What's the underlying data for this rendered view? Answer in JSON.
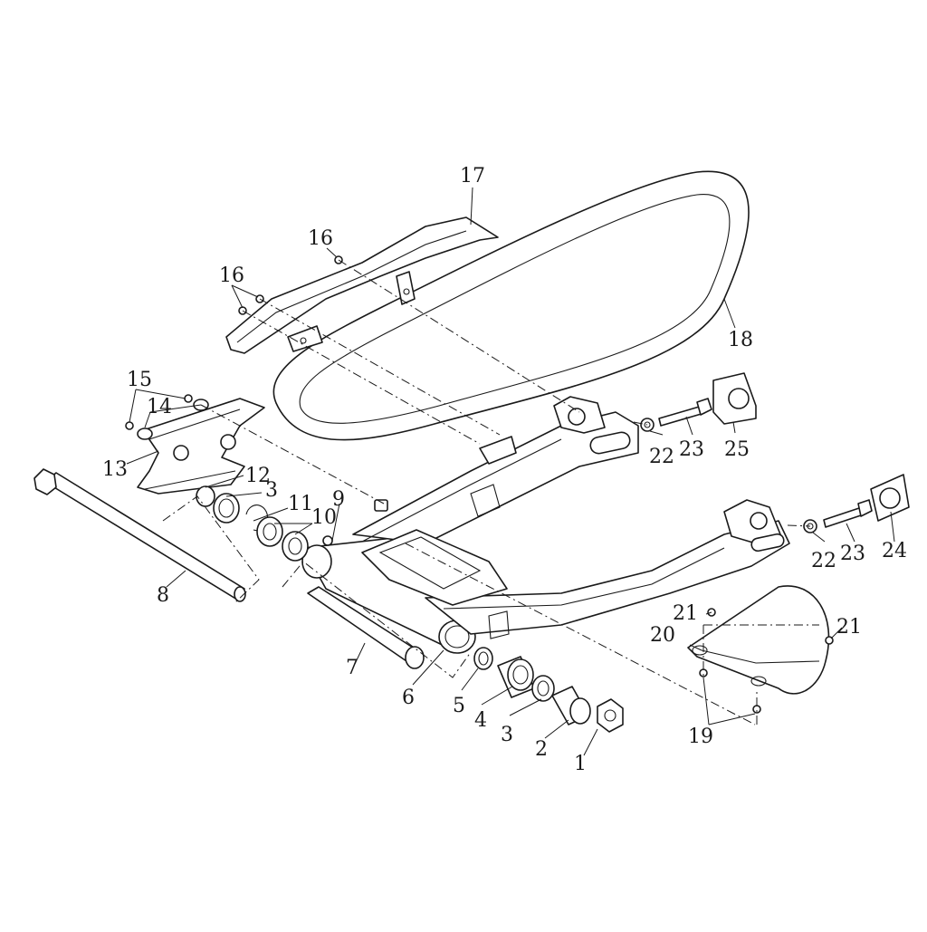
{
  "diagram": {
    "callouts": [
      {
        "id": "c1",
        "text": "1"
      },
      {
        "id": "c2",
        "text": "2"
      },
      {
        "id": "c3a",
        "text": "3"
      },
      {
        "id": "c3b",
        "text": "3"
      },
      {
        "id": "c4",
        "text": "4"
      },
      {
        "id": "c5",
        "text": "5"
      },
      {
        "id": "c6",
        "text": "6"
      },
      {
        "id": "c7",
        "text": "7"
      },
      {
        "id": "c8",
        "text": "8"
      },
      {
        "id": "c9",
        "text": "9"
      },
      {
        "id": "c10",
        "text": "10"
      },
      {
        "id": "c11",
        "text": "11"
      },
      {
        "id": "c12",
        "text": "12"
      },
      {
        "id": "c13",
        "text": "13"
      },
      {
        "id": "c14",
        "text": "14"
      },
      {
        "id": "c15",
        "text": "15"
      },
      {
        "id": "c16a",
        "text": "16"
      },
      {
        "id": "c16b",
        "text": "16"
      },
      {
        "id": "c17",
        "text": "17"
      },
      {
        "id": "c18",
        "text": "18"
      },
      {
        "id": "c19",
        "text": "19"
      },
      {
        "id": "c20",
        "text": "20"
      },
      {
        "id": "c21a",
        "text": "21"
      },
      {
        "id": "c21b",
        "text": "21"
      },
      {
        "id": "c22a",
        "text": "22"
      },
      {
        "id": "c22b",
        "text": "22"
      },
      {
        "id": "c23a",
        "text": "23"
      },
      {
        "id": "c23b",
        "text": "23"
      },
      {
        "id": "c24",
        "text": "24"
      },
      {
        "id": "c25",
        "text": "25"
      }
    ]
  }
}
